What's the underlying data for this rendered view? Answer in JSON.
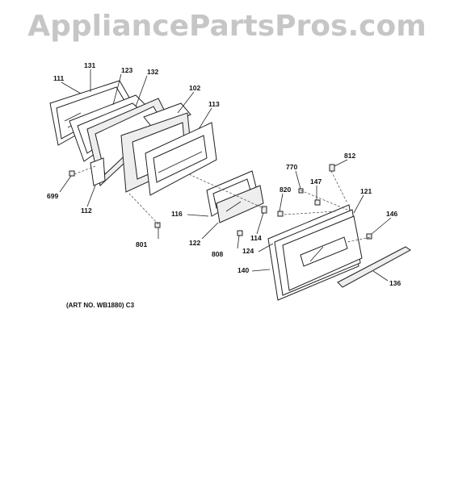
{
  "watermark": "AppliancePartsPros.com",
  "art_number": "(ART NO. WB1880) C3",
  "labels": {
    "l111": "111",
    "l131": "131",
    "l123": "123",
    "l132": "132",
    "l102": "102",
    "l113": "113",
    "l699": "699",
    "l112": "112",
    "l116": "116",
    "l801": "801",
    "l122": "122",
    "l808": "808",
    "l114": "114",
    "l820": "820",
    "l770": "770",
    "l147": "147",
    "l812": "812",
    "l121": "121",
    "l146": "146",
    "l124": "124",
    "l140": "140",
    "l136": "136"
  }
}
